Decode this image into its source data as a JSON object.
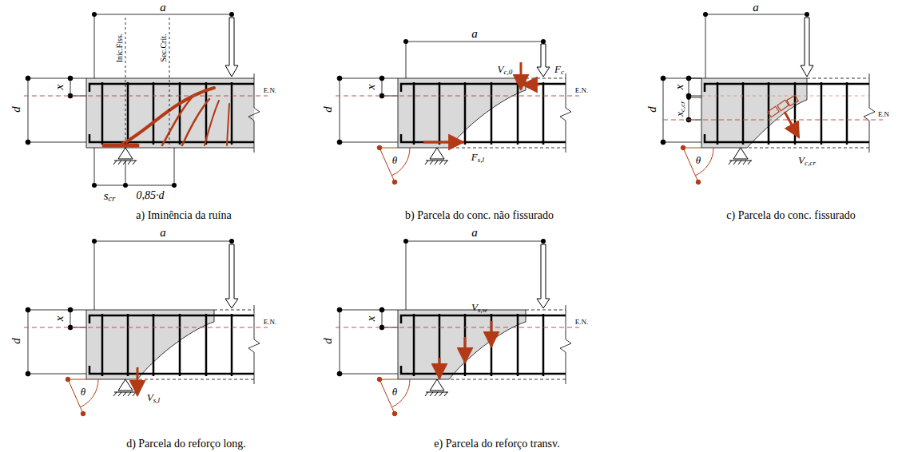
{
  "diagram": {
    "labels": [
      "a",
      "x",
      "d",
      "Inic.Fiss.",
      "Sec.Crit.",
      "E.N.",
      "scr",
      "0,85·d",
      "a) Iminência da ruína",
      "a",
      "x",
      "d",
      "Vc,0",
      "Fc",
      "E.N.",
      "Fs,l",
      "θ",
      "b) Parcela do conc. não fissurado",
      "a",
      "x",
      "d",
      "xc,cr",
      "Vc,cr",
      "E.N",
      "θ",
      "c) Parcela do conc. fissurado",
      "a",
      "x",
      "d",
      "E.N.",
      "Vs,l",
      "θ",
      "d) Parcela do reforço long.",
      "a",
      "x",
      "d",
      "E.N.",
      "Vs,w",
      "θ",
      "e) Parcela do reforço transv."
    ]
  }
}
